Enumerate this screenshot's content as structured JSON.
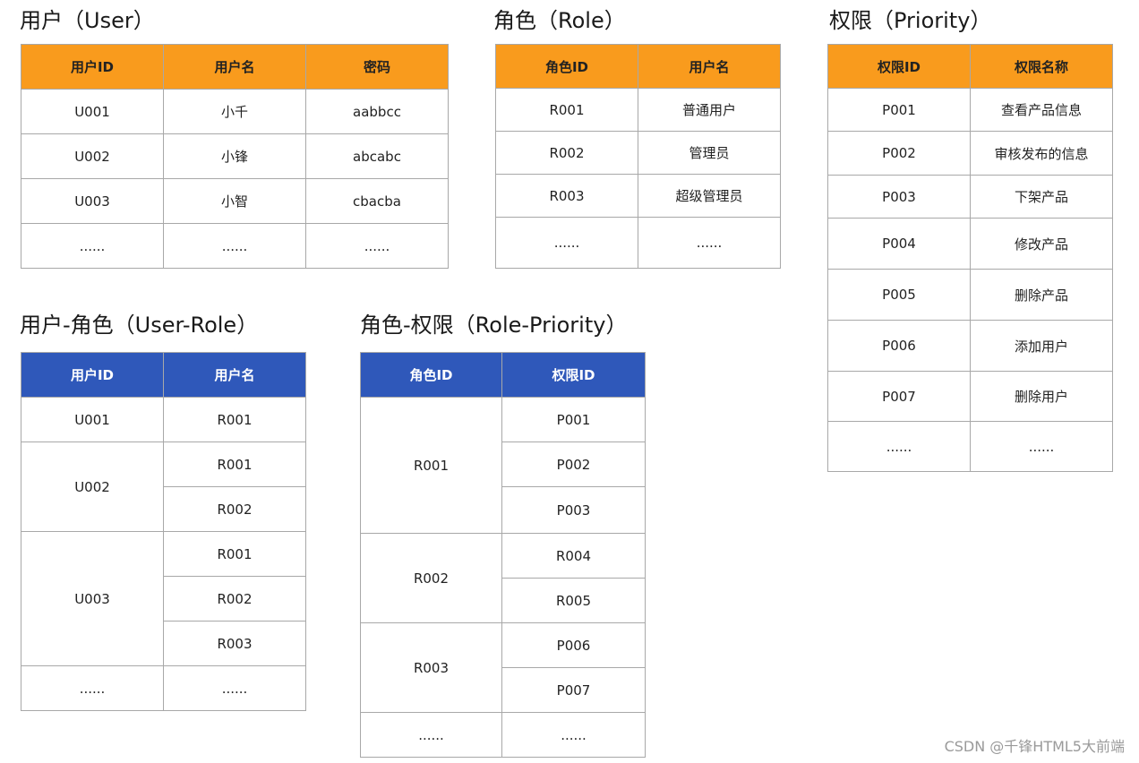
{
  "tables": {
    "user": {
      "title": "用户（User）",
      "headers": [
        "用户ID",
        "用户名",
        "密码"
      ],
      "rows": [
        [
          "U001",
          "小千",
          "aabbcc"
        ],
        [
          "U002",
          "小锋",
          "abcabc"
        ],
        [
          "U003",
          "小智",
          "cbacba"
        ],
        [
          "......",
          "......",
          "......"
        ]
      ]
    },
    "role": {
      "title": "角色（Role）",
      "headers": [
        "角色ID",
        "用户名"
      ],
      "rows": [
        [
          "R001",
          "普通用户"
        ],
        [
          "R002",
          "管理员"
        ],
        [
          "R003",
          "超级管理员"
        ],
        [
          "......",
          "......"
        ]
      ]
    },
    "priority": {
      "title": "权限（Priority）",
      "headers": [
        "权限ID",
        "权限名称"
      ],
      "rows": [
        [
          "P001",
          "查看产品信息"
        ],
        [
          "P002",
          "审核发布的信息"
        ],
        [
          "P003",
          "下架产品"
        ],
        [
          "P004",
          "修改产品"
        ],
        [
          "P005",
          "删除产品"
        ],
        [
          "P006",
          "添加用户"
        ],
        [
          "P007",
          "删除用户"
        ],
        [
          "......",
          "......"
        ]
      ]
    },
    "user_role": {
      "title": "用户-角色（User-Role）",
      "headers": [
        "用户ID",
        "用户名"
      ],
      "groups": [
        {
          "key": "U001",
          "values": [
            "R001"
          ]
        },
        {
          "key": "U002",
          "values": [
            "R001",
            "R002"
          ]
        },
        {
          "key": "U003",
          "values": [
            "R001",
            "R002",
            "R003"
          ]
        },
        {
          "key": "......",
          "values": [
            "......"
          ]
        }
      ]
    },
    "role_priority": {
      "title": "角色-权限（Role-Priority）",
      "headers": [
        "角色ID",
        "权限ID"
      ],
      "groups": [
        {
          "key": "R001",
          "values": [
            "P001",
            "P002",
            "P003"
          ]
        },
        {
          "key": "R002",
          "values": [
            "R004",
            "R005"
          ]
        },
        {
          "key": "R003",
          "values": [
            "P006",
            "P007"
          ]
        },
        {
          "key": "......",
          "values": [
            "......"
          ]
        }
      ]
    }
  },
  "watermark": "CSDN @千锋HTML5大前端",
  "colors": {
    "orange_header": "#f99b1d",
    "blue_header": "#2f58ba",
    "border": "#a8a8a8"
  }
}
